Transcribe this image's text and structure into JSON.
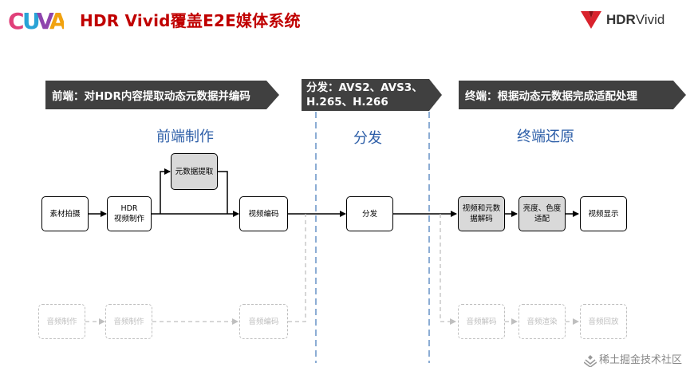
{
  "header": {
    "left_logo": "CUVA",
    "title": "HDR Vivid覆盖E2E媒体系统",
    "right_logo": {
      "hdr": "HDR",
      "vivid": "Vivid"
    }
  },
  "colors": {
    "title": "#c00000",
    "banner": "#404040",
    "section_title": "#2e5fa8",
    "divider": "#4f81bd",
    "ghost": "#bfbfbf",
    "node_gray": "#d9d9d9"
  },
  "banners": [
    "前端：对HDR内容提取动态元数据并编码",
    "分发：AVS2、AVS3、H.265、H.266",
    "终端：根据动态元数据完成适配处理"
  ],
  "sections": [
    "前端制作",
    "分发",
    "终端还原"
  ],
  "nodes": {
    "material_shooting": "素材拍摄",
    "hdr_video_production": "HDR\n视频制作",
    "metadata_extraction": "元数据提取",
    "video_encoding": "视频编码",
    "distribution": "分发",
    "video_metadata_decoding": "视频和元数\n据解码",
    "brightness_color_adaptation": "亮度、色度\n适配",
    "video_display": "视频显示"
  },
  "audio_nodes": {
    "audio_production_1": "音频制作",
    "audio_production_2": "音频制作",
    "audio_encoding": "音频编码",
    "audio_decoding": "音频解码",
    "audio_rendering": "音频渲染",
    "audio_playback": "音频回放"
  },
  "watermark": "稀土掘金技术社区"
}
